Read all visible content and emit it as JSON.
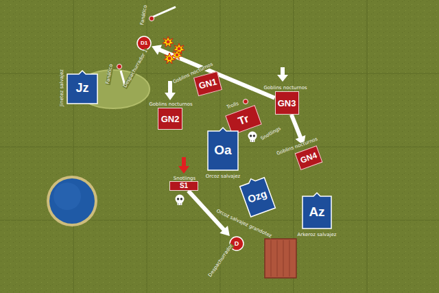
{
  "diagram": {
    "nodes": [
      {
        "text": [
          "D1"
        ]
      },
      {
        "text": [
          "Goblins nocturnos",
          "GN1"
        ]
      },
      {
        "text": [
          "Jinetez salvajez",
          "Jz"
        ]
      },
      {
        "text": [
          "Goblins nocturnos",
          "GN3"
        ]
      },
      {
        "text": [
          "Goblins nocturnos",
          "GN2"
        ]
      },
      {
        "text": [
          "Trolls",
          "Tr"
        ]
      },
      {
        "text": [
          "Oa",
          "Orcoz salvajez"
        ]
      },
      {
        "text": [
          "Goblins nocturnos",
          "GN4"
        ]
      },
      {
        "text": [
          "Snotlings",
          "S1"
        ]
      },
      {
        "text": [
          "Orcoz salvajez grandotez",
          "Ozg"
        ]
      },
      {
        "text": [
          "Az",
          "Arkeroz salvajez"
        ]
      },
      {
        "text": [
          "D"
        ]
      }
    ],
    "edges": [
      {
        "from": 3,
        "to": 0,
        "arrow": "to"
      },
      {
        "from": 3,
        "to": 7,
        "arrow": "to"
      },
      {
        "from": 8,
        "to": 11,
        "arrow": "to"
      }
    ],
    "labels": [
      "Fanático",
      "Fanático",
      "Despachurrador 1",
      "Despachurrador",
      "Snotlings"
    ]
  }
}
